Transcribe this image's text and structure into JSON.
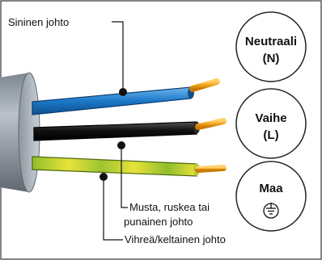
{
  "labels": {
    "blue_wire": "Sininen johto",
    "live_wire_line1": "Musta, ruskea tai",
    "live_wire_line2": "punainen johto",
    "earth_wire": "Vihreä/keltainen johto"
  },
  "terminals": {
    "neutral": {
      "title": "Neutraali",
      "symbol": "(N)"
    },
    "live": {
      "title": "Vaihe",
      "symbol": "(L)"
    },
    "earth": {
      "title": "Maa",
      "icon": "ground-icon"
    }
  },
  "colors": {
    "blue_wire": "#1c78c8",
    "black_wire": "#111111",
    "earth_wire_green": "#8fbe2d",
    "earth_wire_yellow": "#e8e23a",
    "copper_tip": "#f0a21a",
    "cable_sheath": "#8f9aa6"
  }
}
